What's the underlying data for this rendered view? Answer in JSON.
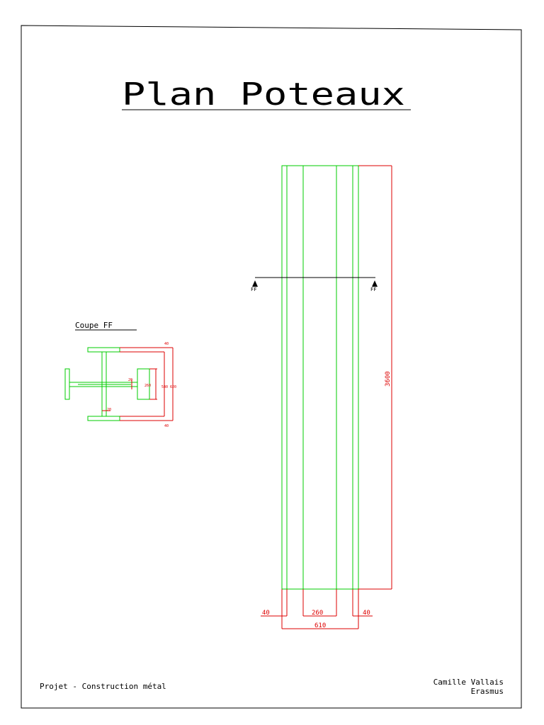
{
  "title": "Plan Poteaux",
  "section": {
    "label": "Coupe FF",
    "dims": {
      "flange_top": "40",
      "flange_bottom": "40",
      "web_a": "20",
      "web_b": "20",
      "inner_a": "260",
      "inner_b": "540",
      "overall": "620"
    }
  },
  "elevation": {
    "cut_mark_left": "FF",
    "cut_mark_right": "FF",
    "height": "3600",
    "bottom_dims": {
      "left": "40",
      "middle": "260",
      "right": "40",
      "total": "610"
    }
  },
  "footer": {
    "project": "Projet - Construction métal",
    "author": "Camille Vallais",
    "program": "Erasmus"
  },
  "colors": {
    "frame": "#000000",
    "steel": "#00cc00",
    "dimension": "#dd0000"
  }
}
